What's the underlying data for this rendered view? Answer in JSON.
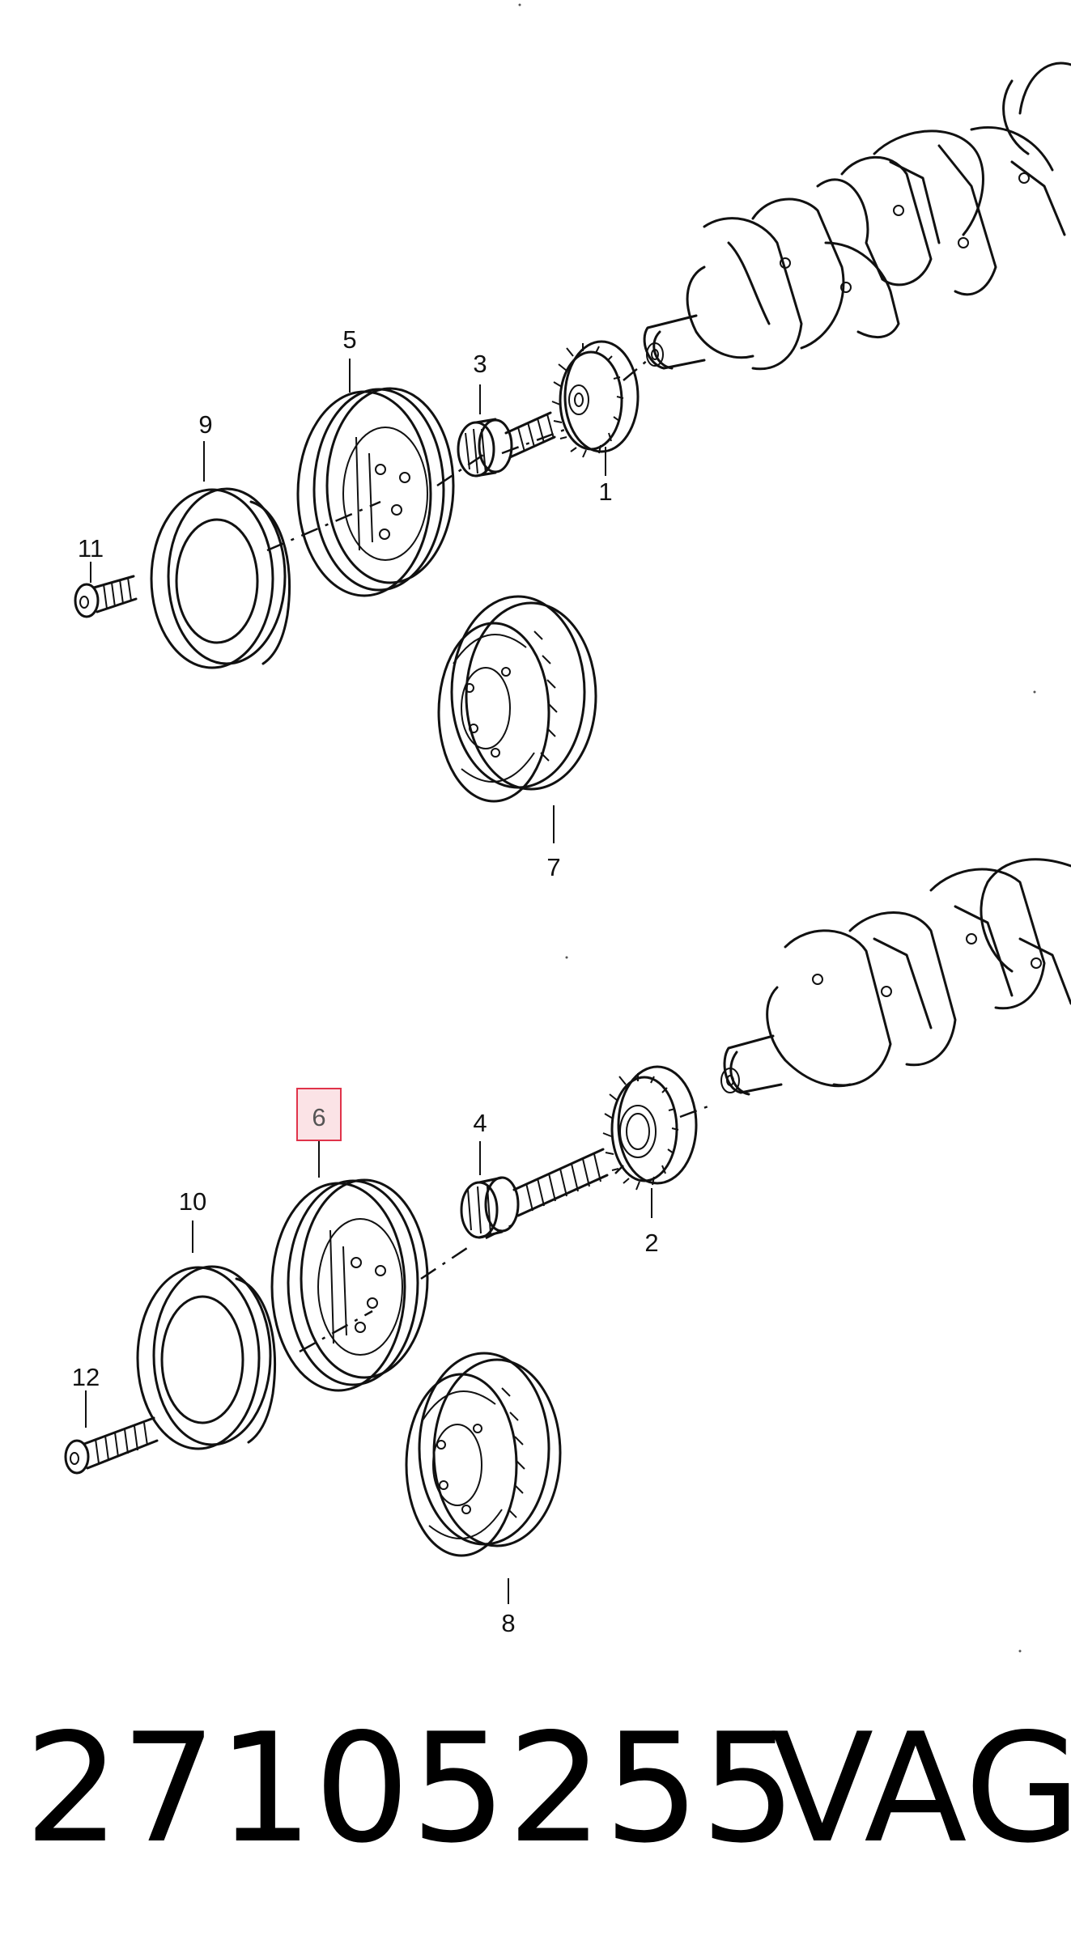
{
  "callouts": {
    "c1": "1",
    "c2": "2",
    "c3": "3",
    "c4": "4",
    "c5": "5",
    "c6": "6",
    "c7": "7",
    "c8": "8",
    "c9": "9",
    "c10": "10",
    "c11": "11",
    "c12": "12"
  },
  "highlighted_callout": "6",
  "highlight_color": "#e0334a",
  "footer": {
    "part_number": "27105255",
    "brand": "VAG"
  }
}
